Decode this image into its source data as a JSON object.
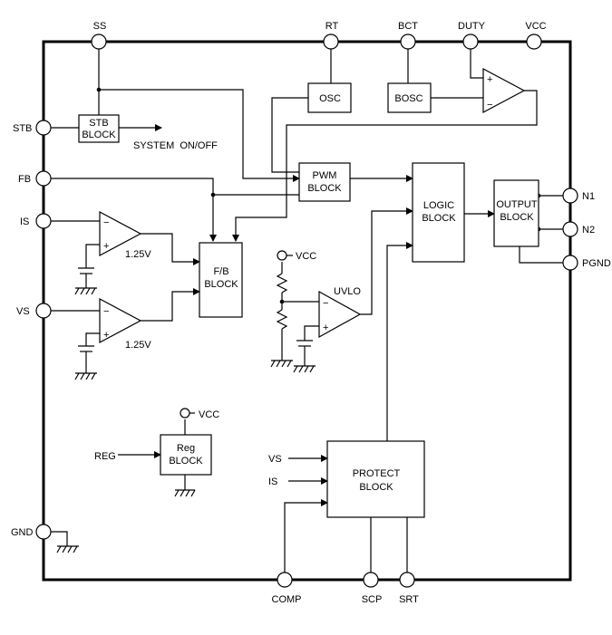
{
  "pins": {
    "ss": "SS",
    "rt": "RT",
    "bct": "BCT",
    "duty": "DUTY",
    "vcc": "VCC",
    "stb": "STB",
    "fb": "FB",
    "is": "IS",
    "vs": "VS",
    "gnd": "GND",
    "n1": "N1",
    "n2": "N2",
    "pgnd": "PGND",
    "comp": "COMP",
    "scp": "SCP",
    "srt": "SRT"
  },
  "blocks": {
    "stb": [
      "STB",
      "BLOCK"
    ],
    "osc": "OSC",
    "bosc": "BOSC",
    "pwm": [
      "PWM",
      "BLOCK"
    ],
    "logic": [
      "LOGIC",
      "BLOCK"
    ],
    "output": [
      "OUTPUT",
      "BLOCK"
    ],
    "fb": [
      "F/B",
      "BLOCK"
    ],
    "reg": [
      "Reg",
      "BLOCK"
    ],
    "protect": [
      "PROTECT",
      "BLOCK"
    ]
  },
  "labels": {
    "system_onoff": "SYSTEM  ON/OFF",
    "ref1": "1.25V",
    "ref2": "1.25V",
    "uvlo": "UVLO",
    "vcc_uvlo": "VCC",
    "vcc_reg": "VCC",
    "reg_in": "REG",
    "protect_vs": "VS",
    "protect_is": "IS",
    "plus": "+",
    "minus": "−"
  }
}
